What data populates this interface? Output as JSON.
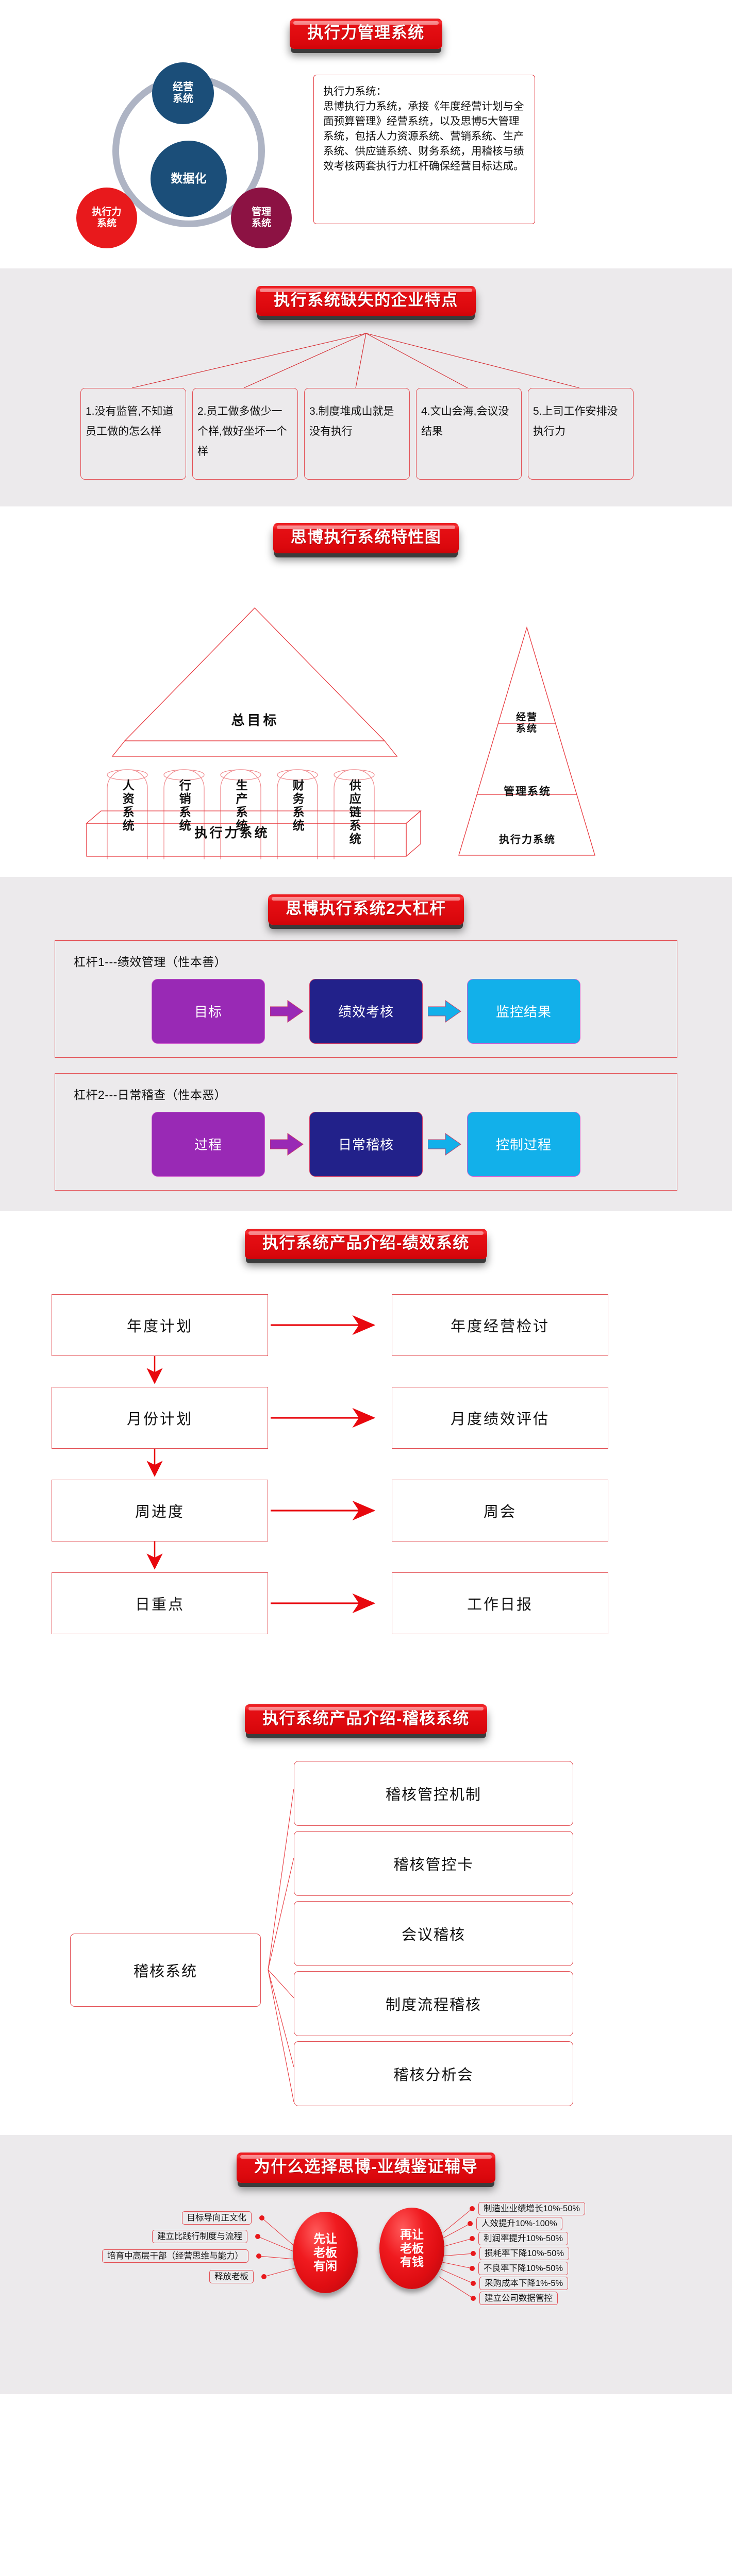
{
  "sections": {
    "overview": {
      "banner": "执行力管理系统",
      "ring": {
        "center": "数据化",
        "top": [
          "经营",
          "系统"
        ],
        "left": [
          "执行力",
          "系统"
        ],
        "right": [
          "管理",
          "系统"
        ]
      },
      "description": "执行力系统：\n思博执行力系统，承接《年度经营计划与全面预算管理》经营系统，以及思博5大管理系统，包括人力资源系统、营销系统、生产系统、供应链系统、财务系统，用稽核与绩效考核两套执行力杠杆确保经营目标达成。"
    },
    "missing": {
      "banner": "执行系统缺失的企业特点",
      "traits": [
        "1.没有监管,不知道员工做的怎么样",
        "2.员工做多做少一个样,做好坐坏一个样",
        "3.制度堆成山就是没有执行",
        "4.文山会海,会议没结果",
        "5.上司工作安排没执行力"
      ]
    },
    "features": {
      "banner": "思博执行系统特性图",
      "goal": "总目标",
      "pillars": [
        "人资系统",
        "行销系统",
        "生产系统",
        "财务系统",
        "供应链系统"
      ],
      "base": "执行力系统",
      "pyramid": {
        "top": [
          "经营",
          "系统"
        ],
        "middle": "管理系统",
        "bottom": "执行力系统"
      }
    },
    "levers": {
      "banner": "思博执行系统2大杠杆",
      "items": [
        {
          "title": "杠杆1---绩效管理（性本善）",
          "steps": [
            "目标",
            "绩效考核",
            "监控结果"
          ]
        },
        {
          "title": "杠杆2---日常稽查（性本恶）",
          "steps": [
            "过程",
            "日常稽核",
            "控制过程"
          ]
        }
      ]
    },
    "performance": {
      "banner": "执行系统产品介绍-绩效系统",
      "rows": [
        {
          "left": "年度计划",
          "right": "年度经营检讨"
        },
        {
          "left": "月份计划",
          "right": "月度绩效评估"
        },
        {
          "left": "周进度",
          "right": "周会"
        },
        {
          "left": "日重点",
          "right": "工作日报"
        }
      ]
    },
    "audit": {
      "banner": "执行系统产品介绍-稽核系统",
      "root": "稽核系统",
      "branches": [
        "稽核管控机制",
        "稽核管控卡",
        "会议稽核",
        "制度流程稽核",
        "稽核分析会"
      ]
    },
    "why": {
      "banner": "为什么选择思博-业绩鉴证辅导",
      "left_oval": [
        "先让",
        "老板",
        "有闲"
      ],
      "right_oval": [
        "再让",
        "老板",
        "有钱"
      ],
      "left_items": [
        "目标导向正文化",
        "建立比践行制度与流程",
        "培育中高层干部（经营思维与能力）",
        "释放老板"
      ],
      "right_items": [
        "制造业业绩增长10%-50%",
        "人效提升10%-100%",
        "利润率提升10%-50%",
        "损耗率下降10%-50%",
        "不良率下降10%-50%",
        "采购成本下降1%-5%",
        "建立公司数据管控"
      ]
    }
  },
  "colors": {
    "banner_red": "#e8191c",
    "accent_red": "#e35055",
    "navy": "#1b4e79",
    "maroon": "#8c1243",
    "purple": "#9929b5",
    "deep_blue": "#22218a",
    "cyan": "#12b0ea",
    "ring_grey": "#aeb4c4",
    "bg_grey": "#eceaec"
  }
}
